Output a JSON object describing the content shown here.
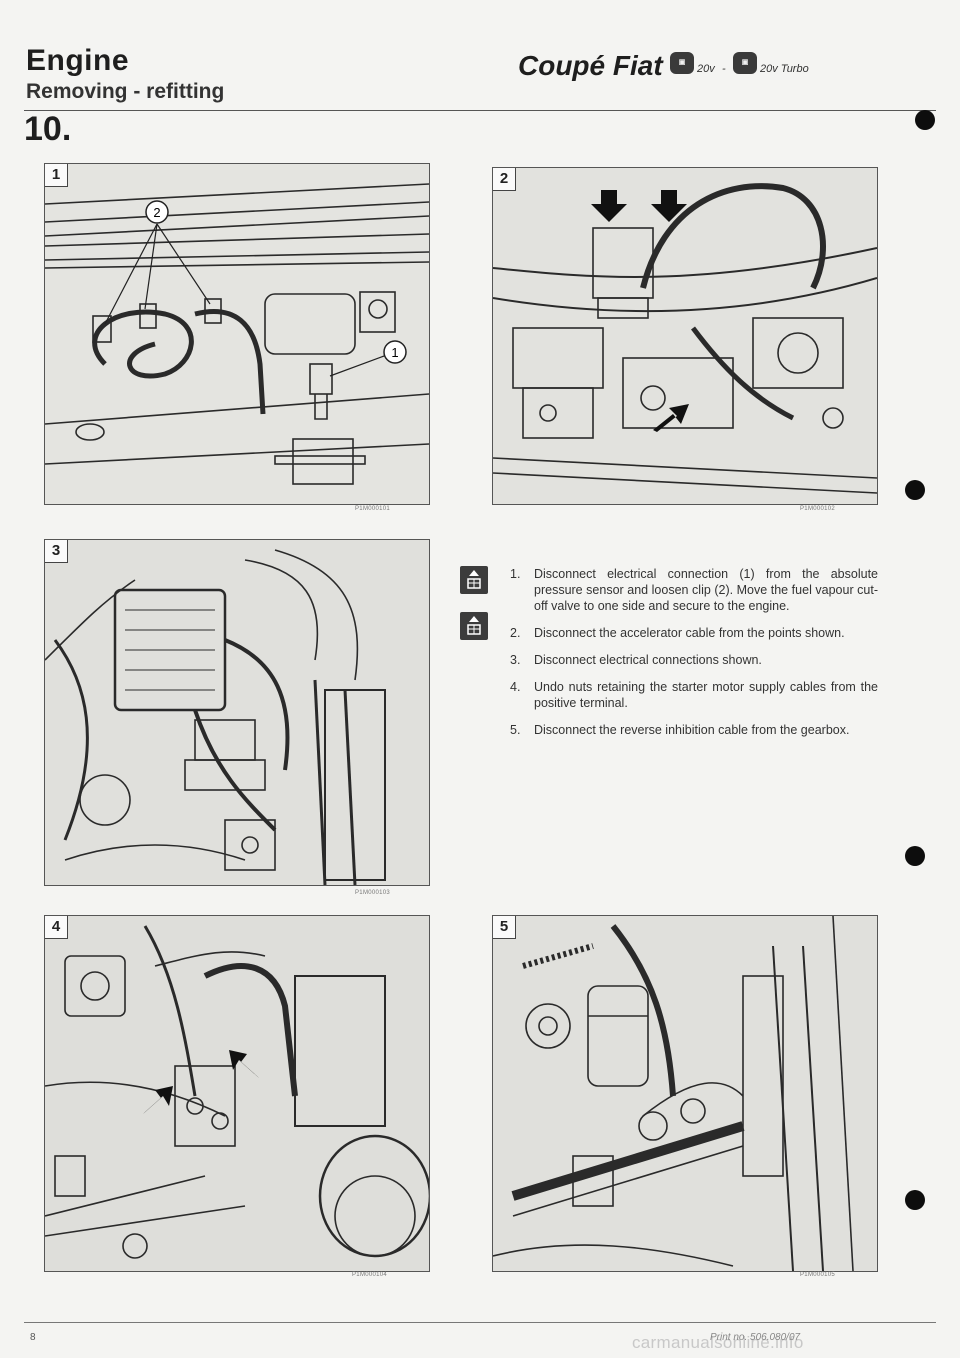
{
  "header": {
    "title": "Engine",
    "subtitle": "Removing - refitting",
    "brand": "Coupé Fiat",
    "badge_icon": "model-year-badge",
    "variant_1": "20v",
    "variant_separator": "-",
    "variant_2": "20v Turbo"
  },
  "section_number": "10.",
  "figures": [
    {
      "number": "1",
      "code": "P1M000101",
      "callouts": [
        "2",
        "1"
      ]
    },
    {
      "number": "2",
      "code": "P1M000102"
    },
    {
      "number": "3",
      "code": "P1M000103"
    },
    {
      "number": "4",
      "code": "P1M000104"
    },
    {
      "number": "5",
      "code": "P1M000105"
    }
  ],
  "side_icons": [
    "removal-icon",
    "removal-icon"
  ],
  "steps": [
    {
      "num": "1.",
      "text": "Disconnect electrical connection (1) from the absolute pressure sensor and loosen clip (2). Move the fuel vapour cut-off valve to one side and secure to the engine."
    },
    {
      "num": "2.",
      "text": "Disconnect the accelerator cable from the points shown."
    },
    {
      "num": "3.",
      "text": "Disconnect electrical connections shown."
    },
    {
      "num": "4.",
      "text": "Undo nuts retaining the starter motor supply cables from the positive terminal."
    },
    {
      "num": "5.",
      "text": "Disconnect the reverse inhibition cable from the gearbox."
    }
  ],
  "footer": {
    "page_number": "8",
    "print_no": "Print no. 506.080/07",
    "watermark": "carmanualsonline.info"
  }
}
